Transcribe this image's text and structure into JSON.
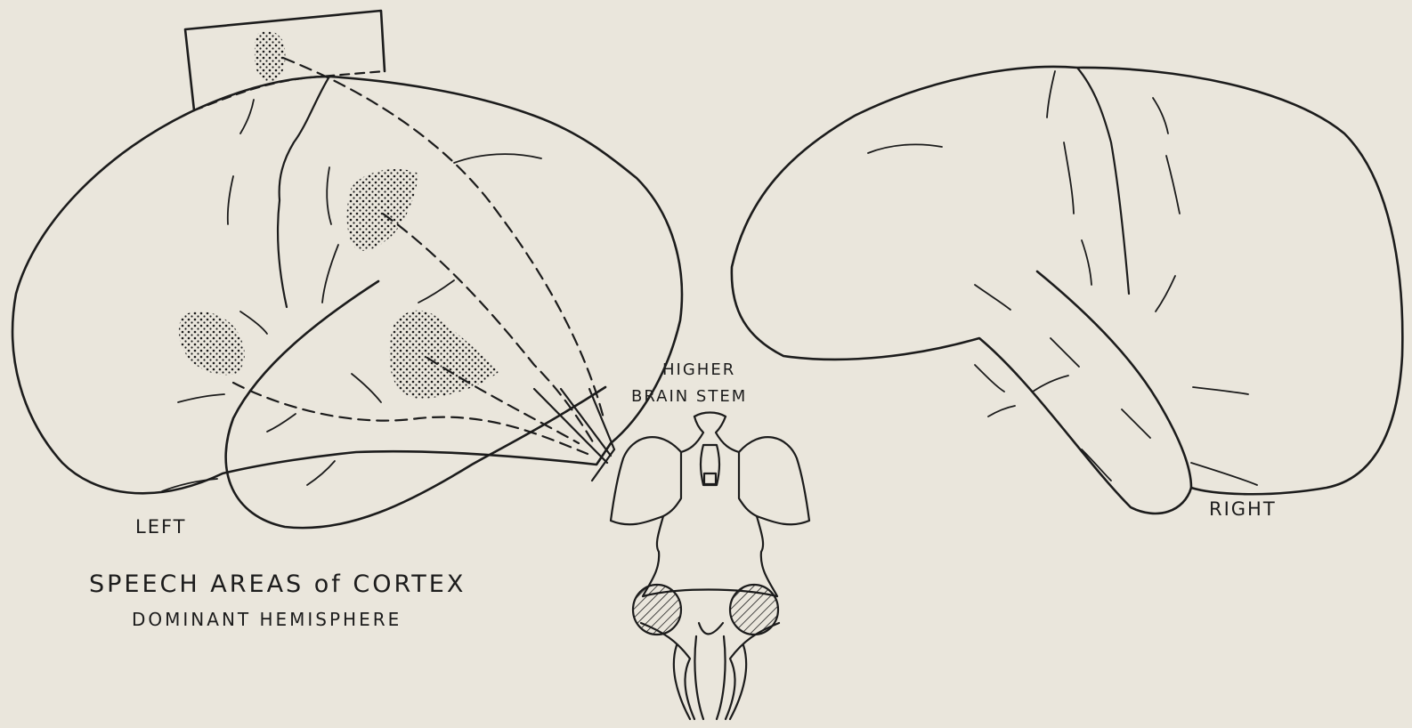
{
  "labels": {
    "left": "LEFT",
    "right": "RIGHT",
    "higher": "HIGHER",
    "brain_stem": "BRAIN STEM",
    "title": "SPEECH AREAS of CORTEX",
    "subtitle": "DOMINANT HEMISPHERE"
  },
  "colors": {
    "paper": "#eae6dc",
    "ink": "#1c1c1c"
  }
}
